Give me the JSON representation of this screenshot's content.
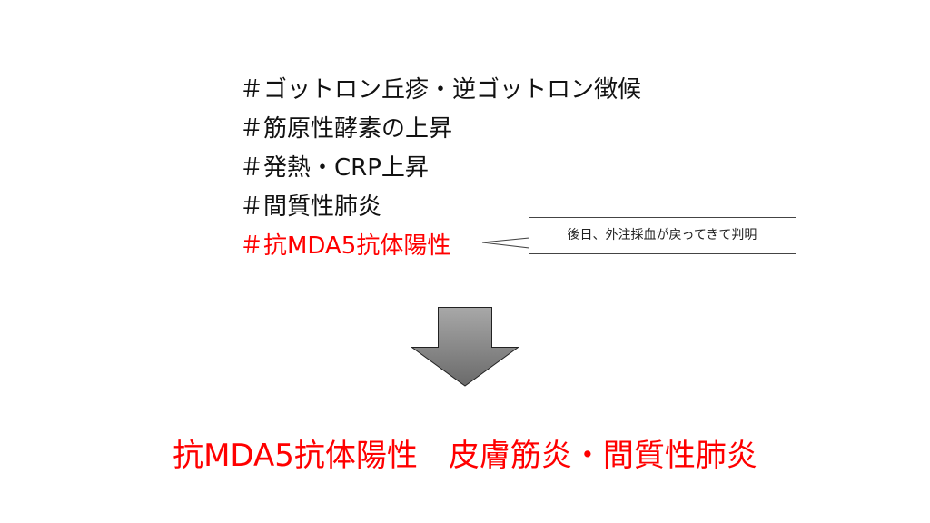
{
  "findings": [
    {
      "text": "＃ゴットロン丘疹・逆ゴットロン徴候",
      "highlight": false
    },
    {
      "text": "＃筋原性酵素の上昇",
      "highlight": false
    },
    {
      "text": "＃発熱・CRP上昇",
      "highlight": false
    },
    {
      "text": "＃間質性肺炎",
      "highlight": false
    },
    {
      "text": "＃抗MDA5抗体陽性",
      "highlight": true
    }
  ],
  "callout": {
    "text": "後日、外注採血が戻ってきて判明"
  },
  "arrow": {
    "icon": "down-arrow-icon"
  },
  "conclusion": {
    "text": "抗MDA5抗体陽性　皮膚筋炎・間質性肺炎"
  },
  "colors": {
    "highlight": "#ff0000",
    "text": "#111111",
    "arrow": "#808080"
  }
}
